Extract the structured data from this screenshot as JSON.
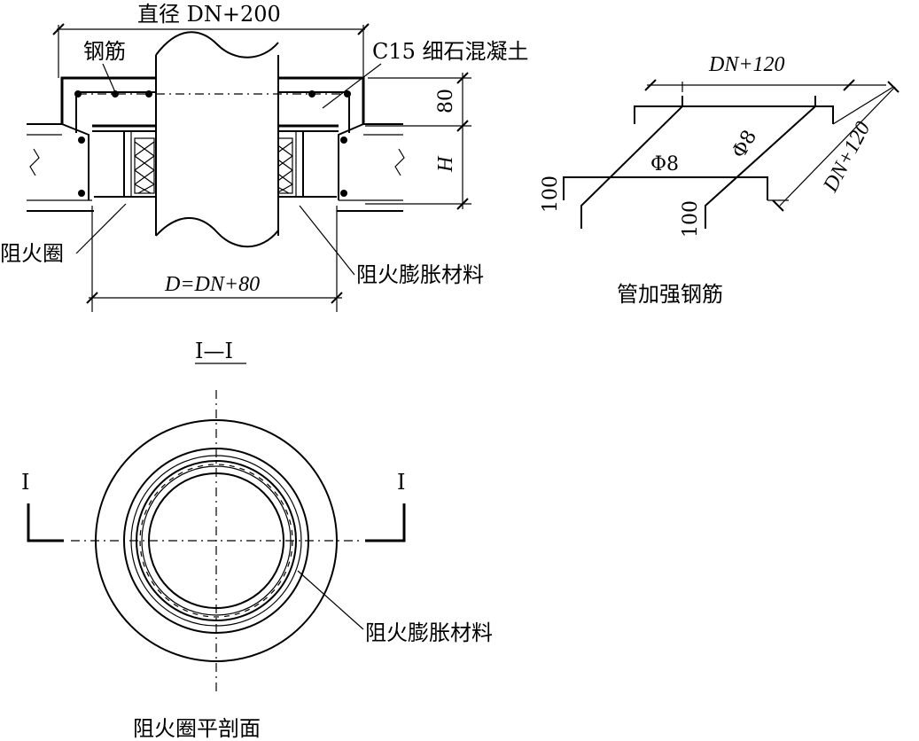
{
  "labels": {
    "dim_top": "直径 DN+200",
    "rebar": "钢筋",
    "concrete": "C15 细石混凝土",
    "dim_80": "80",
    "dim_h": "H",
    "fire_ring": "阻火圈",
    "intumescent_left": "阻火膨胀材料",
    "dim_bottom": "D=DN+80",
    "rebar_dim_top": "DN+120",
    "rebar_dim_right": "DN+120",
    "phi8_a": "Φ8",
    "phi8_b": "Φ8",
    "dim_100_left": "100",
    "dim_100_right": "100",
    "rebar_title": "管加强钢筋",
    "section_title": "I—I",
    "sec_mark_left": "I",
    "sec_mark_right": "I",
    "intumescent_plan": "阻火膨胀材料",
    "plan_title": "阻火圈平剖面"
  }
}
